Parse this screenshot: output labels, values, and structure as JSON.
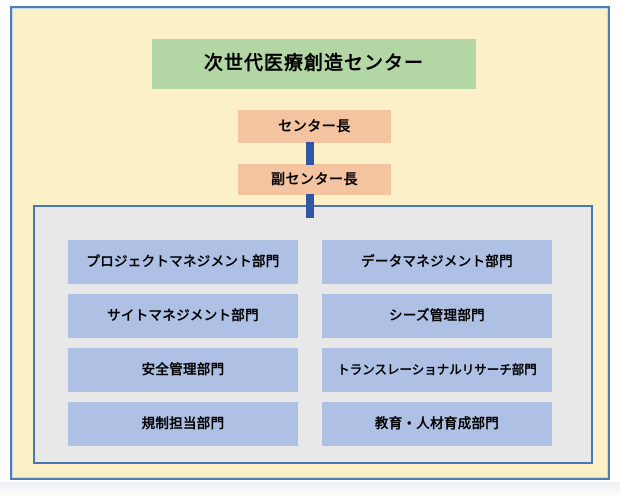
{
  "colors": {
    "page_margin": "#FFFFFF",
    "slide_background": "#FBF0C8",
    "slide_border": "#4E7DB6",
    "title_fill": "#B3D7A4",
    "leader_fill": "#F4C3A0",
    "connector": "#3156A5",
    "panel_fill": "#E8E8E8",
    "panel_border": "#4878B3",
    "department_fill": "#AEC1E5",
    "text": "#000000"
  },
  "org_chart": {
    "title": "次世代医療創造センター",
    "director": "センター長",
    "deputy_director": "副センター長",
    "departments": {
      "left_column": [
        "プロジェクトマネジメント部門",
        "サイトマネジメント部門",
        "安全管理部門",
        "規制担当部門"
      ],
      "right_column": [
        "データマネジメント部門",
        "シーズ管理部門",
        "トランスレーショナルリサーチ部門",
        "教育・人材育成部門"
      ]
    }
  }
}
